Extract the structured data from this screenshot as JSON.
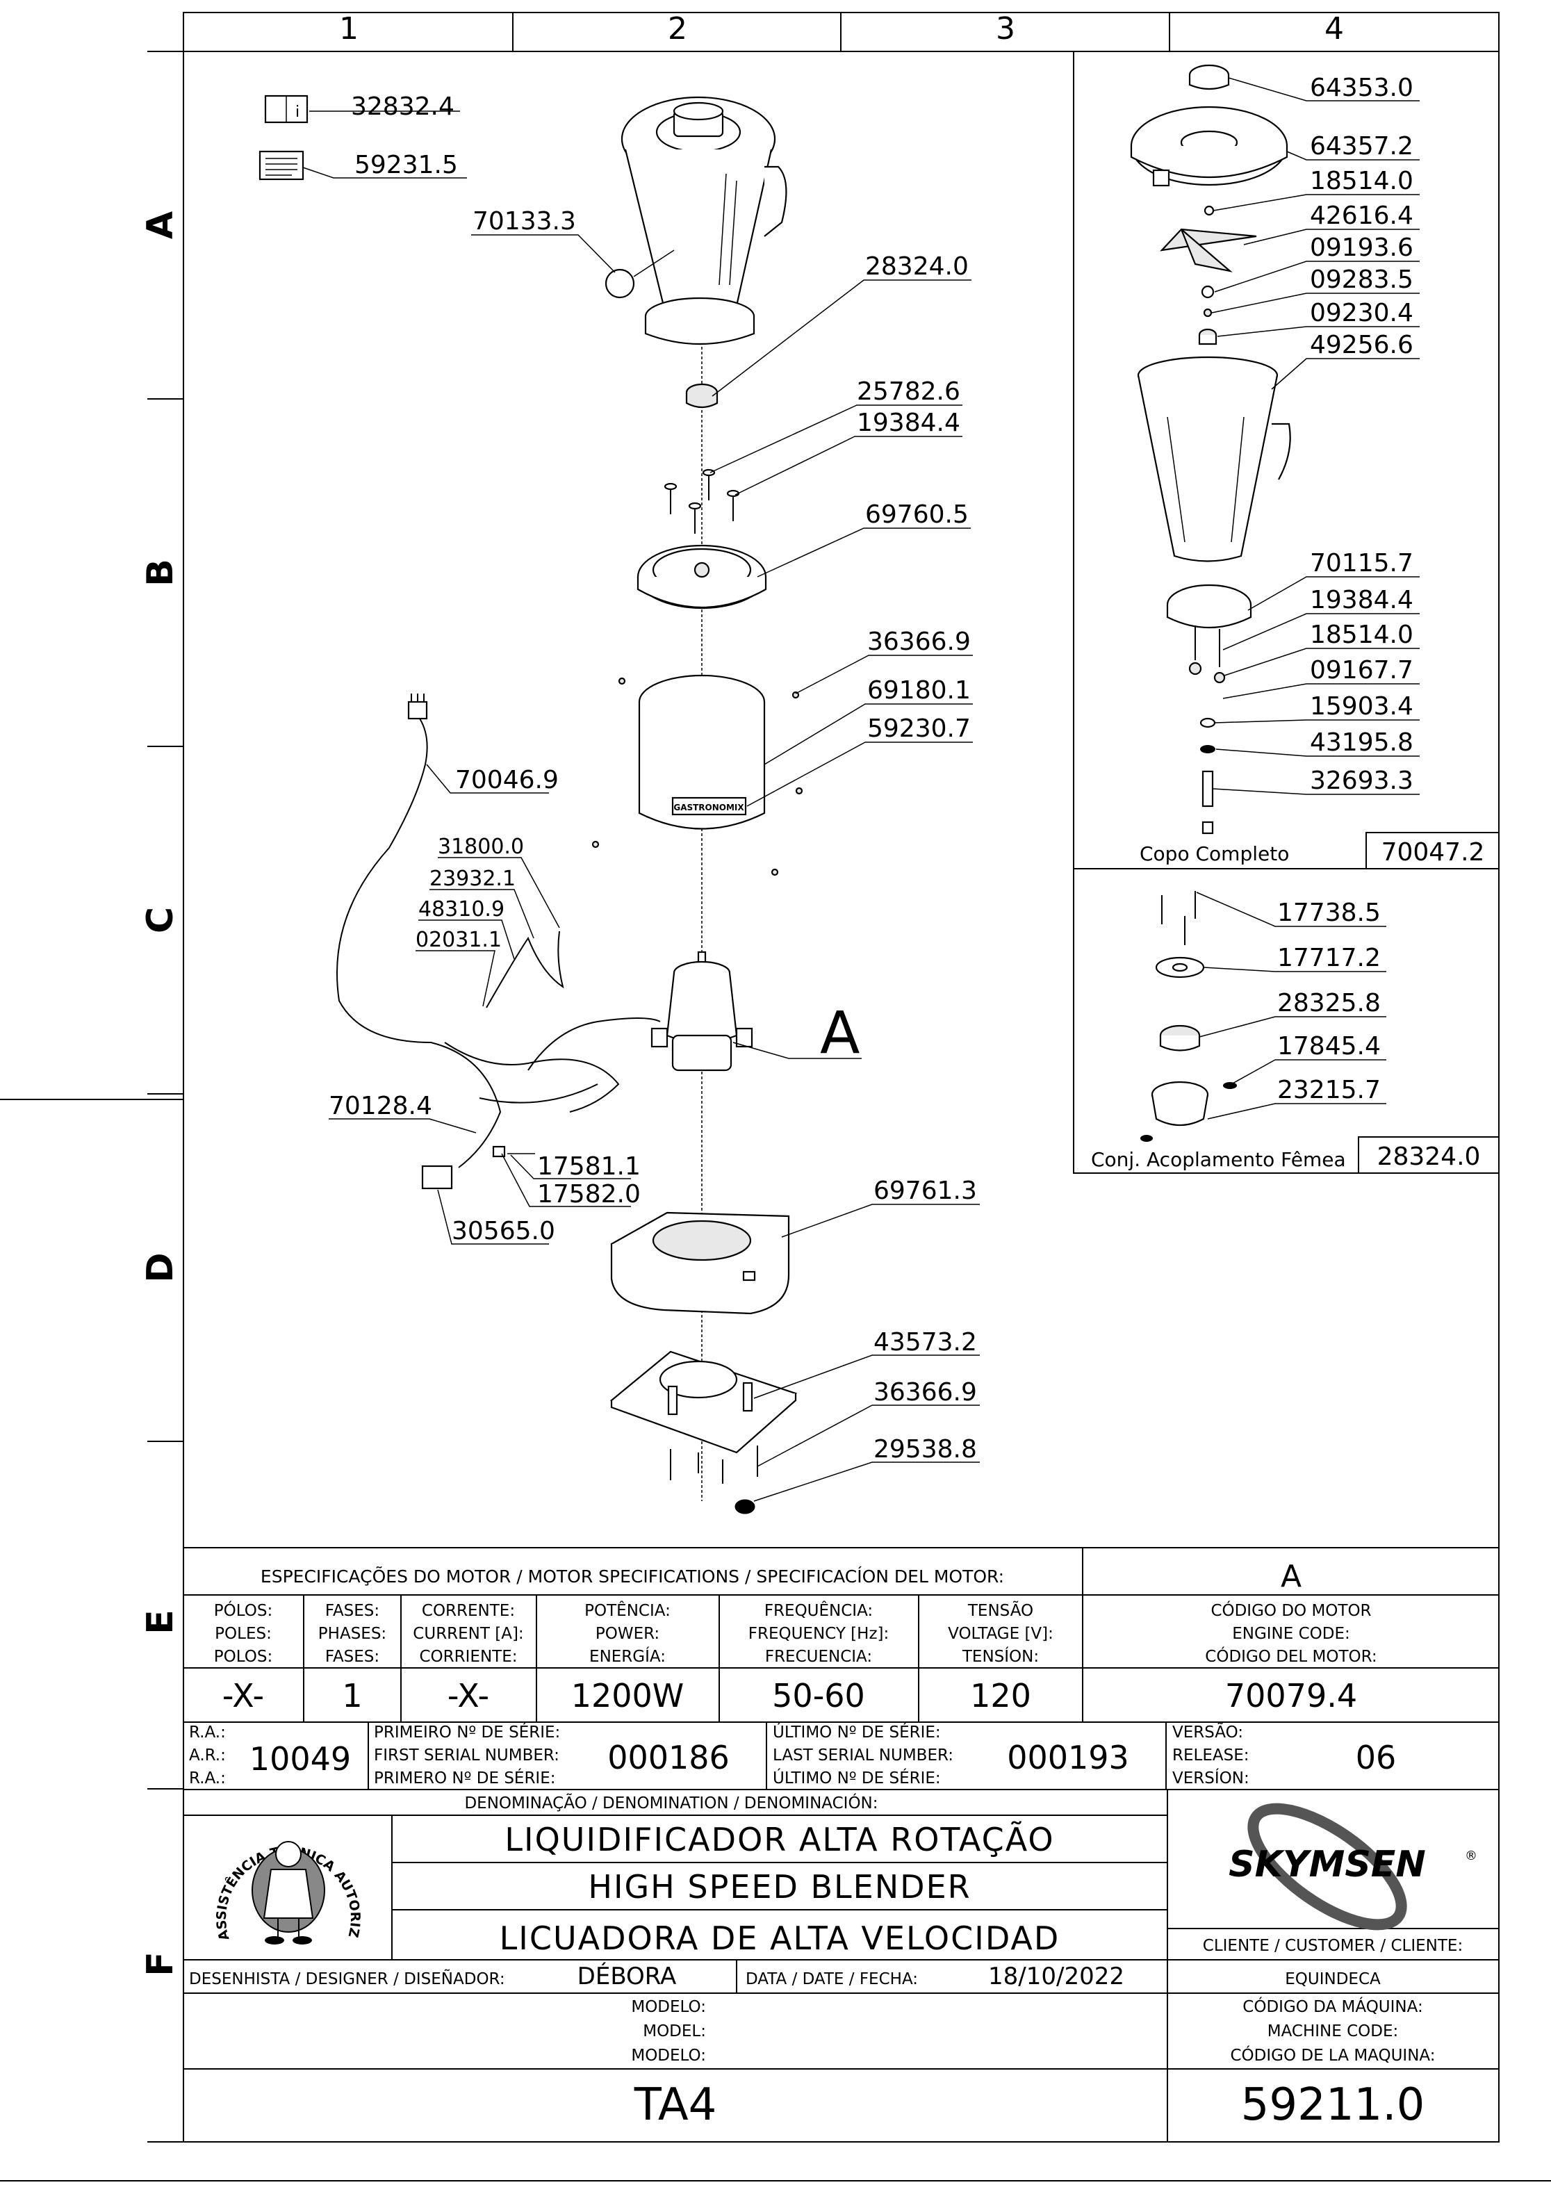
{
  "grid": {
    "columns": [
      "1",
      "2",
      "3",
      "4"
    ],
    "rows": [
      "A",
      "B",
      "C",
      "D",
      "E",
      "F"
    ]
  },
  "exploded_view": {
    "callouts": [
      "32832.4",
      "59231.5",
      "70133.3",
      "28324.0",
      "25782.6",
      "19384.4",
      "69760.5",
      "36366.9",
      "69180.1",
      "59230.7",
      "70046.9",
      "31800.0",
      "23932.1",
      "48310.9",
      "02031.1",
      "70128.4",
      "17581.1",
      "17582.0",
      "30565.0",
      "69761.3",
      "43573.2",
      "36366.9",
      "29538.8"
    ],
    "motor_letter": "A",
    "brand_plate": "GASTRONOMIX"
  },
  "copo_completo": {
    "callouts": [
      "64353.0",
      "64357.2",
      "18514.0",
      "42616.4",
      "09193.6",
      "09283.5",
      "09230.4",
      "49256.6",
      "70115.7",
      "19384.4",
      "18514.0",
      "09167.7",
      "15903.4",
      "43195.8",
      "32693.3"
    ],
    "title": "Copo Completo",
    "code": "70047.2"
  },
  "acoplamento": {
    "callouts": [
      "17738.5",
      "17717.2",
      "28325.8",
      "17845.4",
      "23215.7"
    ],
    "title": "Conj. Acoplamento Fêmea",
    "code": "28324.0"
  },
  "motor_specs": {
    "heading": "ESPECIFICAÇÕES DO MOTOR / MOTOR SPECIFICATIONS / SPECIFICACÍON DEL MOTOR:",
    "motor_letter": "A",
    "headers": [
      [
        "PÓLOS:",
        "POLES:",
        "POLOS:"
      ],
      [
        "FASES:",
        "PHASES:",
        "FASES:"
      ],
      [
        "CORRENTE:",
        "CURRENT [A]:",
        "CORRIENTE:"
      ],
      [
        "POTÊNCIA:",
        "POWER:",
        "ENERGÍA:"
      ],
      [
        "FREQUÊNCIA:",
        "FREQUENCY [Hz]:",
        "FRECUENCIA:"
      ],
      [
        "TENSÃO",
        "VOLTAGE [V]:",
        "TENSÍON:"
      ],
      [
        "CÓDIGO DO MOTOR",
        "ENGINE CODE:",
        "CÓDIGO DEL MOTOR:"
      ]
    ],
    "values": [
      "-X-",
      "1",
      "-X-",
      "1200W",
      "50-60",
      "120",
      "70079.4"
    ]
  },
  "serials": {
    "ra_labels": [
      "R.A.:",
      "A.R.:",
      "R.A.:"
    ],
    "ra_value": "10049",
    "first_labels": [
      "PRIMEIRO Nº DE SÉRIE:",
      "FIRST SERIAL NUMBER:",
      "PRIMERO Nº DE SÉRIE:"
    ],
    "first_value": "000186",
    "last_labels": [
      "ÚLTIMO Nº DE SÉRIE:",
      "LAST SERIAL NUMBER:",
      "ÚLTIMO Nº DE SÉRIE:"
    ],
    "last_value": "000193",
    "release_labels": [
      "VERSÃO:",
      "RELEASE:",
      "VERSÍON:"
    ],
    "release_value": "06"
  },
  "denomination": {
    "heading": "DENOMINAÇÃO / DENOMINATION / DENOMINACIÓN:",
    "lines": [
      "LIQUIDIFICADOR ALTA ROTAÇÃO",
      "HIGH SPEED  BLENDER",
      "LICUADORA DE ALTA VELOCIDAD"
    ]
  },
  "seal": {
    "text": "ASSISTÊNCIA TÉCNICA AUTORIZADA"
  },
  "brand": {
    "logo": "SKYMSEN",
    "mark": "®"
  },
  "customer": {
    "label": "CLIENTE / CUSTOMER / CLIENTE:",
    "value": "EQUINDECA"
  },
  "designer": {
    "label": "DESENHISTA / DESIGNER / DISEÑADOR:",
    "value": "DÉBORA"
  },
  "date": {
    "label": "DATA / DATE / FECHA:",
    "value": "18/10/2022"
  },
  "model": {
    "labels": [
      "MODELO:",
      "MODEL:",
      "MODELO:"
    ],
    "value": "TA4"
  },
  "machine_code": {
    "labels": [
      "CÓDIGO DA MÁQUINA:",
      "MACHINE CODE:",
      "CÓDIGO DE LA MAQUINA:"
    ],
    "value": "59211.0"
  },
  "colors": {
    "ink": "#000000",
    "paper": "#ffffff",
    "part_fill": "#e8e8e8"
  }
}
